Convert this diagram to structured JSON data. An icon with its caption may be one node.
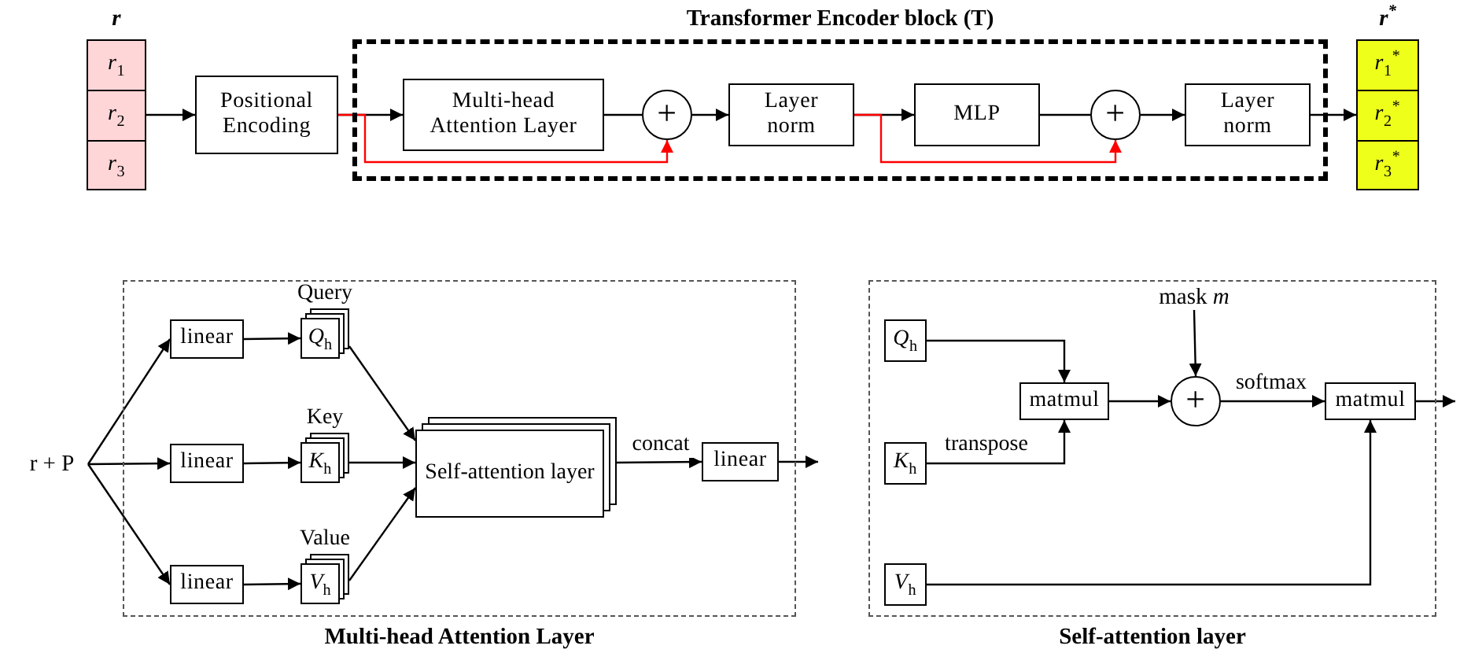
{
  "diagram": {
    "nodes": [
      {
        "text": [
          "r"
        ]
      },
      {
        "text": [
          "*r*$_{1}$"
        ],
        "in": 0
      },
      {
        "text": [
          "*r*$_{2}$"
        ],
        "in": 0
      },
      {
        "text": [
          "*r*$_{3}$"
        ],
        "in": 0
      },
      {
        "text": [
          "Positional Encoding"
        ]
      },
      {
        "text": [
          "Transformer Encoder block (T)"
        ]
      },
      {
        "text": [
          "Multi-head Attention Layer"
        ],
        "in": 5
      },
      {
        "text": [
          "+"
        ],
        "in": 5
      },
      {
        "text": [
          "Layer norm"
        ],
        "in": 5
      },
      {
        "text": [
          "MLP"
        ],
        "in": 5
      },
      {
        "text": [
          "+"
        ],
        "in": 5
      },
      {
        "text": [
          "Layer norm"
        ],
        "in": 5
      },
      {
        "text": [
          "r$^{*}$"
        ]
      },
      {
        "text": [
          "*r*$_{1}$$^{*}$"
        ],
        "in": 12
      },
      {
        "text": [
          "*r*$_{2}$$^{*}$"
        ],
        "in": 12
      },
      {
        "text": [
          "*r*$_{3}$$^{*}$"
        ],
        "in": 12
      },
      {
        "text": [
          "Multi-head Attention Layer"
        ]
      },
      {
        "text": [
          "r + P"
        ]
      },
      {
        "text": [
          "linear"
        ],
        "in": 16
      },
      {
        "text": [
          "linear"
        ],
        "in": 16
      },
      {
        "text": [
          "linear"
        ],
        "in": 16
      },
      {
        "text": [
          "Query",
          "*Q*$_{h}$"
        ],
        "in": 16
      },
      {
        "text": [
          "Key",
          "*K*$_{h}$"
        ],
        "in": 16
      },
      {
        "text": [
          "Value",
          "*V*$_{h}$"
        ],
        "in": 16
      },
      {
        "text": [
          "Self-attention layer"
        ],
        "in": 16
      },
      {
        "text": [
          "linear"
        ],
        "in": 16
      },
      {
        "text": [
          "Self-attention layer"
        ]
      },
      {
        "text": [
          "*Q*$_{h}$"
        ],
        "in": 26
      },
      {
        "text": [
          "*K*$_{h}$"
        ],
        "in": 26
      },
      {
        "text": [
          "*V*$_{h}$"
        ],
        "in": 26
      },
      {
        "text": [
          "mask *m*"
        ],
        "in": 26
      },
      {
        "text": [
          "matmul"
        ],
        "in": 26
      },
      {
        "text": [
          "+"
        ],
        "in": 26
      },
      {
        "text": [
          "matmul"
        ],
        "in": 26
      }
    ],
    "edges": [
      {
        "from": 0,
        "to": 4,
        "arrow": "to"
      },
      {
        "from": 4,
        "to": 6,
        "arrow": "to"
      },
      {
        "from": 6,
        "to": 7,
        "arrow": "none"
      },
      {
        "from": 7,
        "to": 8,
        "arrow": "to"
      },
      {
        "from": 8,
        "to": 9,
        "arrow": "to"
      },
      {
        "from": 9,
        "to": 10,
        "arrow": "none"
      },
      {
        "from": 10,
        "to": 11,
        "arrow": "to"
      },
      {
        "from": 11,
        "to": 12,
        "arrow": "to"
      },
      {
        "from": 4,
        "to": 7,
        "arrow": "to",
        "color": "#ff0000"
      },
      {
        "from": 8,
        "to": 10,
        "arrow": "to",
        "color": "#ff0000"
      },
      {
        "from": 17,
        "to": 18,
        "arrow": "to"
      },
      {
        "from": 17,
        "to": 19,
        "arrow": "to"
      },
      {
        "from": 17,
        "to": 20,
        "arrow": "to"
      },
      {
        "from": 18,
        "to": 21,
        "arrow": "to"
      },
      {
        "from": 19,
        "to": 22,
        "arrow": "to"
      },
      {
        "from": 20,
        "to": 23,
        "arrow": "to"
      },
      {
        "from": 21,
        "to": 24,
        "arrow": "to"
      },
      {
        "from": 22,
        "to": 24,
        "arrow": "to"
      },
      {
        "from": 23,
        "to": 24,
        "arrow": "to"
      },
      {
        "from": 24,
        "to": 25,
        "arrow": "to",
        "label": "concat"
      },
      {
        "from": 25,
        "to": null,
        "arrow": "to"
      },
      {
        "from": 27,
        "to": 31,
        "arrow": "to"
      },
      {
        "from": 28,
        "to": 31,
        "arrow": "to",
        "label": "transpose"
      },
      {
        "from": 30,
        "to": 32,
        "arrow": "to"
      },
      {
        "from": 31,
        "to": 32,
        "arrow": "to"
      },
      {
        "from": 32,
        "to": 33,
        "arrow": "to",
        "label": "softmax"
      },
      {
        "from": 29,
        "to": 33,
        "arrow": "to"
      },
      {
        "from": 33,
        "to": null,
        "arrow": "to"
      }
    ]
  }
}
